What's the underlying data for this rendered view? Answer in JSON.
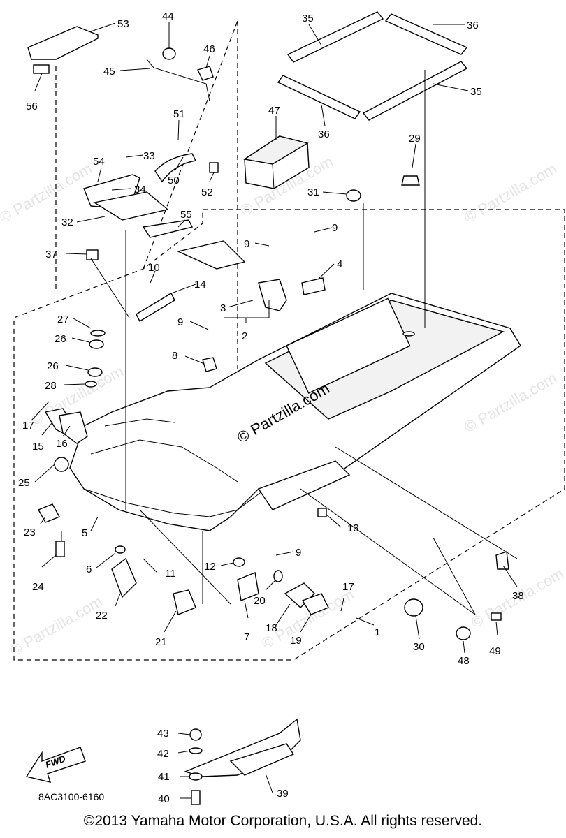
{
  "diagram": {
    "watermark": "© Partzilla.com",
    "watermark_center": "© Partzilla.com",
    "fwd_label": "FWD",
    "diagram_code": "8AC3100-6160",
    "copyright": "©2013 Yamaha Motor Corporation, U.S.A. All rights reserved.",
    "callouts": [
      "53",
      "56",
      "44",
      "45",
      "46",
      "35",
      "36",
      "35",
      "36",
      "47",
      "51",
      "33",
      "54",
      "34",
      "50",
      "52",
      "32",
      "55",
      "29",
      "31",
      "9",
      "9",
      "4",
      "37",
      "10",
      "14",
      "3",
      "2",
      "27",
      "26",
      "26",
      "28",
      "9",
      "8",
      "17",
      "15",
      "16",
      "25",
      "23",
      "5",
      "24",
      "13",
      "6",
      "11",
      "12",
      "9",
      "22",
      "20",
      "17",
      "7",
      "21",
      "18",
      "19",
      "1",
      "30",
      "38",
      "48",
      "49",
      "43",
      "42",
      "41",
      "39",
      "40"
    ]
  }
}
